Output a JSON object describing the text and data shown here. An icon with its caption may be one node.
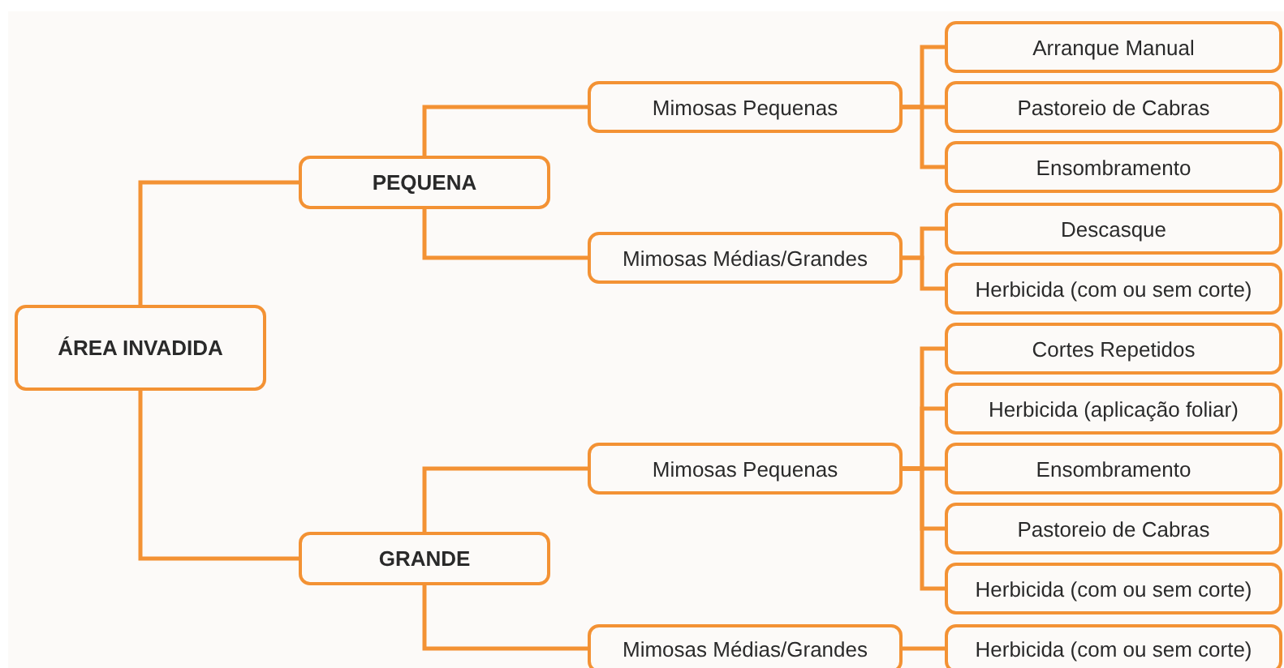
{
  "diagram": {
    "nodes": [
      {
        "text": [
          "ÁREA INVADIDA"
        ]
      },
      {
        "text": [
          "PEQUENA"
        ]
      },
      {
        "text": [
          "Mimosas Pequenas"
        ]
      },
      {
        "text": [
          "Arranque Manual"
        ]
      },
      {
        "text": [
          "Pastoreio de Cabras"
        ]
      },
      {
        "text": [
          "Ensombramento"
        ]
      },
      {
        "text": [
          "Mimosas Médias/Grandes"
        ]
      },
      {
        "text": [
          "Descasque"
        ]
      },
      {
        "text": [
          "Herbicida (com ou sem corte)"
        ]
      },
      {
        "text": [
          "GRANDE"
        ]
      },
      {
        "text": [
          "Mimosas Pequenas"
        ]
      },
      {
        "text": [
          "Cortes Repetidos"
        ]
      },
      {
        "text": [
          "Herbicida (aplicação foliar)"
        ]
      },
      {
        "text": [
          "Ensombramento"
        ]
      },
      {
        "text": [
          "Pastoreio de Cabras"
        ]
      },
      {
        "text": [
          "Herbicida (com ou sem corte)"
        ]
      },
      {
        "text": [
          "Mimosas Médias/Grandes"
        ]
      },
      {
        "text": [
          "Herbicida (com ou sem corte)"
        ]
      }
    ],
    "edges": [
      {
        "from": 0,
        "to": 1,
        "arrow": "none"
      },
      {
        "from": 0,
        "to": 9,
        "arrow": "none"
      },
      {
        "from": 1,
        "to": 2,
        "arrow": "none"
      },
      {
        "from": 1,
        "to": 6,
        "arrow": "none"
      },
      {
        "from": 2,
        "to": 3,
        "arrow": "none"
      },
      {
        "from": 2,
        "to": 4,
        "arrow": "none"
      },
      {
        "from": 2,
        "to": 5,
        "arrow": "none"
      },
      {
        "from": 6,
        "to": 7,
        "arrow": "none"
      },
      {
        "from": 6,
        "to": 8,
        "arrow": "none"
      },
      {
        "from": 9,
        "to": 10,
        "arrow": "none"
      },
      {
        "from": 9,
        "to": 16,
        "arrow": "none"
      },
      {
        "from": 10,
        "to": 11,
        "arrow": "none"
      },
      {
        "from": 10,
        "to": 12,
        "arrow": "none"
      },
      {
        "from": 10,
        "to": 13,
        "arrow": "none"
      },
      {
        "from": 10,
        "to": 14,
        "arrow": "none"
      },
      {
        "from": 10,
        "to": 15,
        "arrow": "none"
      },
      {
        "from": 16,
        "to": 17,
        "arrow": "none"
      }
    ]
  }
}
